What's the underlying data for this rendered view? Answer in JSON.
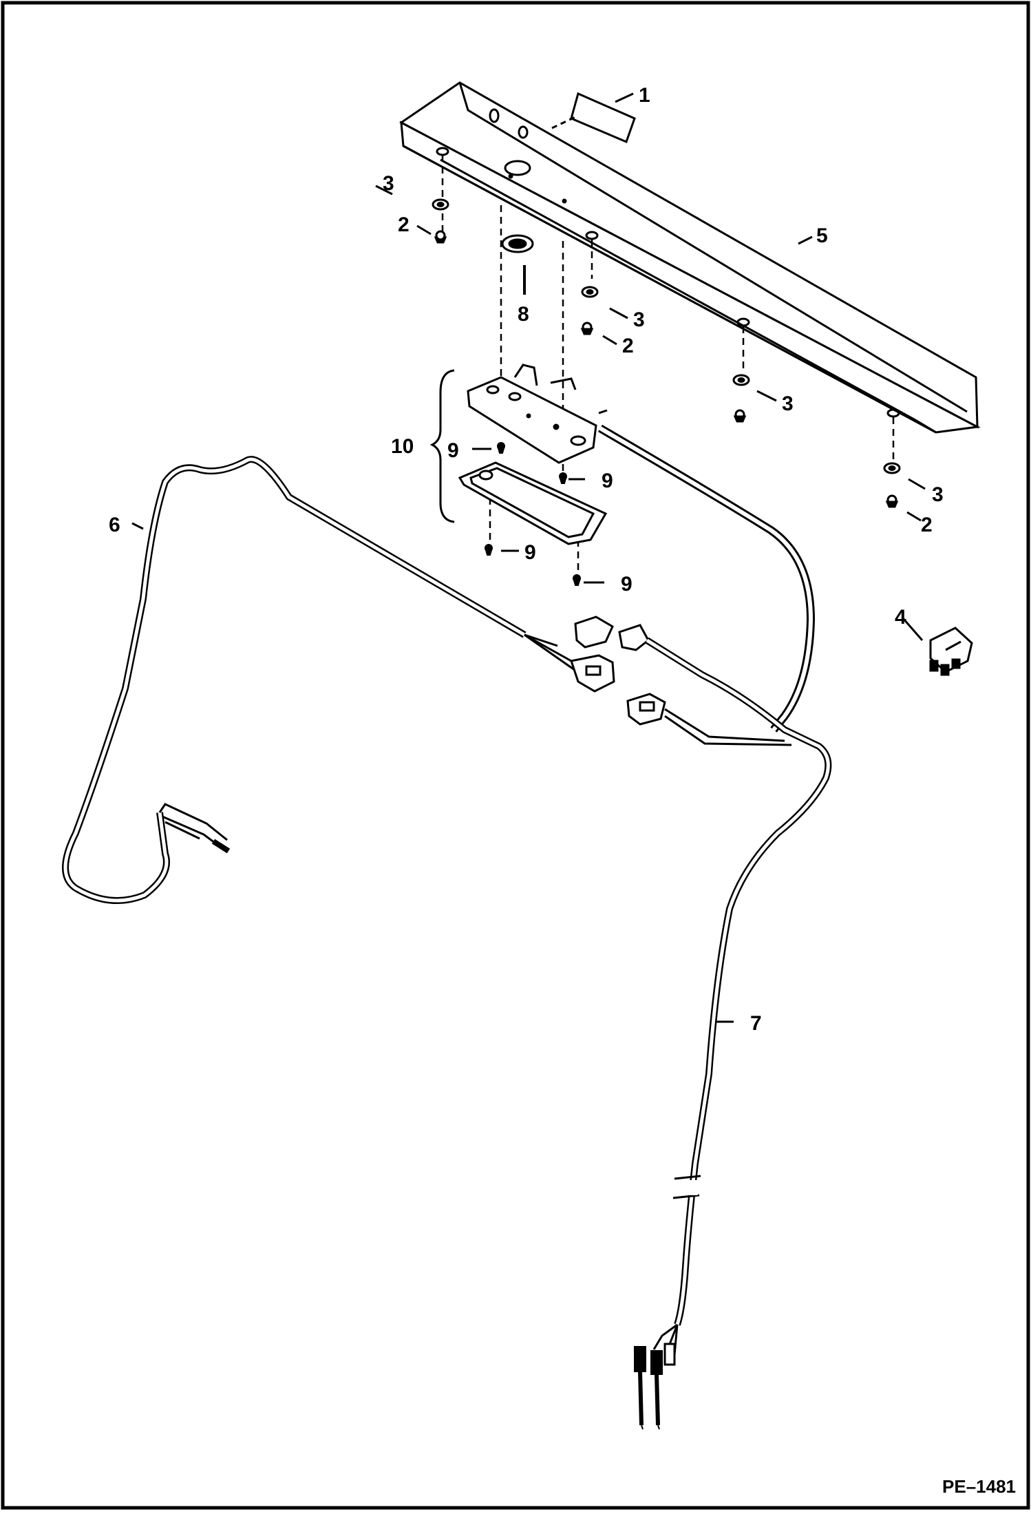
{
  "diagram": {
    "figure_code": "PE–1481",
    "callouts": {
      "c1": "1",
      "c2a": "2",
      "c2b": "2",
      "c2c": "2",
      "c3a": "3",
      "c3b": "3",
      "c3c": "3",
      "c3d": "3",
      "c4": "4",
      "c5": "5",
      "c6": "6",
      "c7": "7",
      "c8": "8",
      "c9a": "9",
      "c9b": "9",
      "c9c": "9",
      "c9d": "9",
      "c10": "10"
    }
  }
}
